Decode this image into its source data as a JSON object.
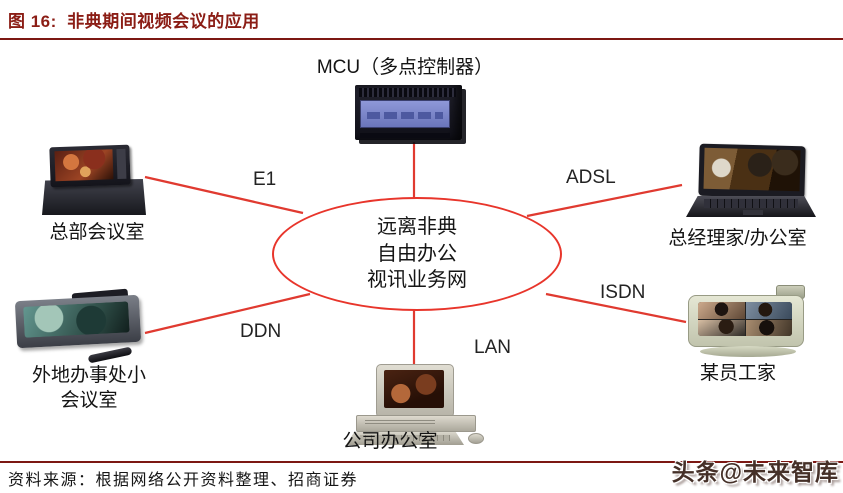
{
  "header": {
    "title": "图 16:  非典期间视频会议的应用"
  },
  "diagram": {
    "center": {
      "line1": "远离非典",
      "line2": "自由办公",
      "line3": "视讯业务网"
    },
    "nodes": {
      "mcu": {
        "label": "MCU（多点控制器）",
        "device": "mcu-rack-unit"
      },
      "hq": {
        "label": "总部会议室",
        "device": "tv-on-cabinet"
      },
      "manager": {
        "label": "总经理家/办公室",
        "device": "laptop"
      },
      "branch": {
        "label_line1": "外地办事处小",
        "label_line2": "会议室",
        "device": "widescreen-tv-with-remote"
      },
      "employee": {
        "label": "某员工家",
        "device": "desktop-monitor-with-webcam"
      },
      "office": {
        "label": "公司办公室",
        "device": "desktop-pc"
      }
    },
    "links": {
      "e1": {
        "label": "E1"
      },
      "adsl": {
        "label": "ADSL"
      },
      "ddn": {
        "label": "DDN"
      },
      "isdn": {
        "label": "ISDN"
      },
      "lan": {
        "label": "LAN"
      }
    }
  },
  "footer": {
    "source": "资料来源：根据网络公开资料整理、招商证券",
    "watermark": "头条@未来智库"
  },
  "colors": {
    "accent_dark_red": "#7c1813",
    "title_red": "#8b1d15",
    "connector_red": "#e03a30",
    "mcu_panel_blue": "#7d88cc"
  }
}
